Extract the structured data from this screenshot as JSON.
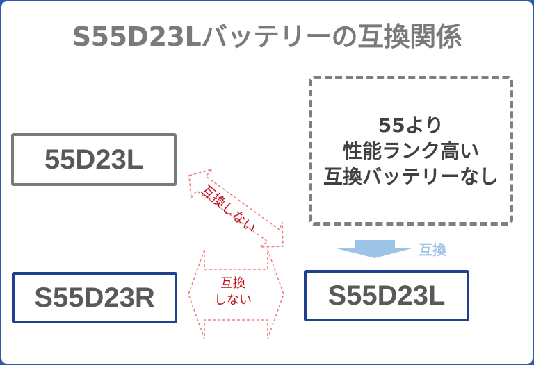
{
  "title": "S55D23Lバッテリーの互換関係",
  "boxes": {
    "original": "55D23L",
    "right_type": "S55D23R",
    "compatible": "S55D23L"
  },
  "note_box": {
    "lines": [
      "55より",
      "性能ランク高い",
      "互換バッテリーなし"
    ]
  },
  "labels": {
    "diagonal_incompatible": "互換しない",
    "horizontal_incompatible_line1": "互換",
    "horizontal_incompatible_line2": "しない",
    "compatible": "互換"
  },
  "colors": {
    "frame": "#2f5aa8",
    "title": "#7a7a7a",
    "gray_box_border": "#7a7a7a",
    "blue_box_border": "#1f3f8f",
    "incompatible_red": "#c0101a",
    "dashed_arrow": "#f08080",
    "compatible_arrow": "#9dc3e6"
  }
}
